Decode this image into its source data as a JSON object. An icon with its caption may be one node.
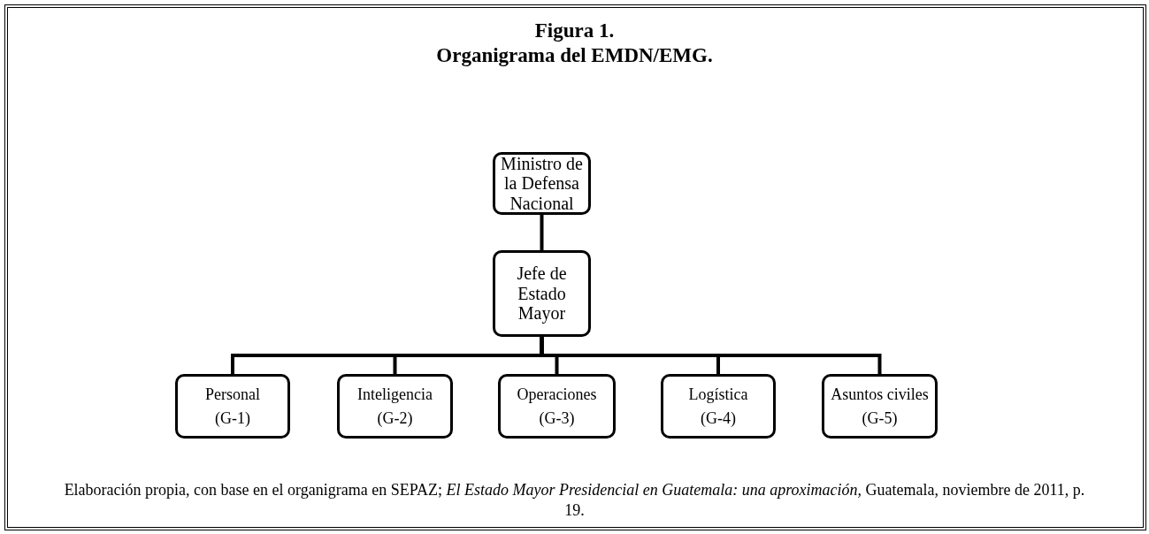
{
  "diagram": {
    "title": "Figura 1.",
    "nodes": [
      {
        "text": [
          "Ministro de la Defensa Nacional"
        ]
      },
      {
        "text": [
          "Jefe de Estado Mayor"
        ]
      },
      {
        "text": [
          "Personal",
          "(G-1)"
        ]
      },
      {
        "text": [
          "Inteligencia",
          "(G-2)"
        ]
      },
      {
        "text": [
          "Operaciones",
          "(G-3)"
        ]
      },
      {
        "text": [
          "Logística",
          "(G-4)"
        ]
      },
      {
        "text": [
          "Asuntos civiles",
          "(G-5)"
        ]
      }
    ],
    "edges": [
      {
        "from": 0,
        "to": 1,
        "arrow": "none"
      },
      {
        "from": 1,
        "to": 2,
        "arrow": "none"
      },
      {
        "from": 1,
        "to": 3,
        "arrow": "none"
      },
      {
        "from": 1,
        "to": 4,
        "arrow": "none"
      },
      {
        "from": 1,
        "to": 5,
        "arrow": "none"
      },
      {
        "from": 1,
        "to": 6,
        "arrow": "none"
      }
    ],
    "labels": [
      "Organigrama del EMDN/EMG."
    ],
    "caption": "Elaboración propia, con base en el organigrama en SEPAZ; *El Estado Mayor Presidencial en Guatemala: una aproximación,* Guatemala, noviembre de 2011, p. 19."
  }
}
